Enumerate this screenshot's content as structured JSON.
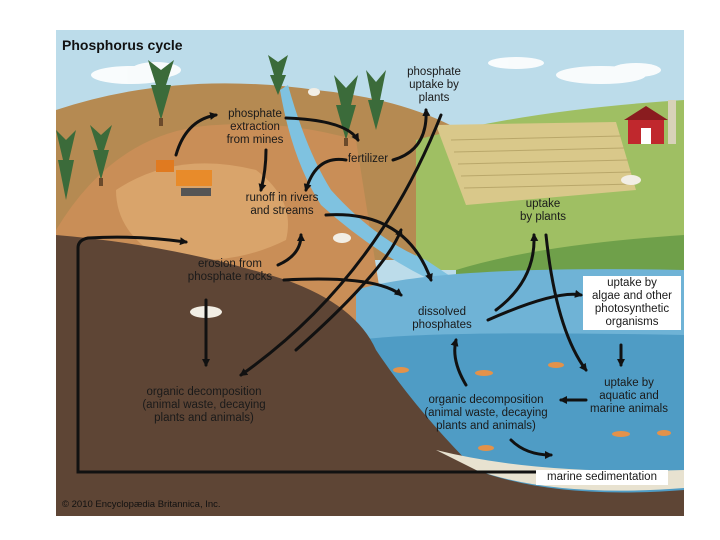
{
  "title": "Phosphorus cycle",
  "credit": "© 2010 Encyclopædia Britannica, Inc.",
  "labels": {
    "phosphate_extraction": [
      "phosphate",
      "extraction",
      "from mines"
    ],
    "phosphate_uptake_by_plants": [
      "phosphate",
      "uptake by",
      "plants"
    ],
    "fertilizer": [
      "fertilizer"
    ],
    "runoff": [
      "runoff in rivers",
      "and streams"
    ],
    "uptake_by_plants": [
      "uptake",
      "by plants"
    ],
    "erosion": [
      "erosion from",
      "phosphate rocks"
    ],
    "dissolved_phosphates": [
      "dissolved",
      "phosphates"
    ],
    "uptake_by_algae": [
      "uptake by",
      "algae and other",
      "photosynthetic",
      "organisms"
    ],
    "organic_decomposition_land": [
      "organic decomposition",
      "(animal waste, decaying",
      "plants and animals)"
    ],
    "uptake_by_aquatic": [
      "uptake by",
      "aquatic and",
      "marine animals"
    ],
    "organic_decomposition_sea": [
      "organic decomposition",
      "(animal waste, decaying",
      "plants and animals)"
    ],
    "marine_sedimentation": [
      "marine sedimentation"
    ]
  },
  "colors": {
    "sky": "#bcdcea",
    "hill": "#c98e57",
    "soil": "#5e4535",
    "water": "#6fb3d6",
    "deep_water": "#4f9cc5",
    "field": "#d9c88a",
    "grass": "#9fbf63",
    "arrow": "#111111"
  }
}
